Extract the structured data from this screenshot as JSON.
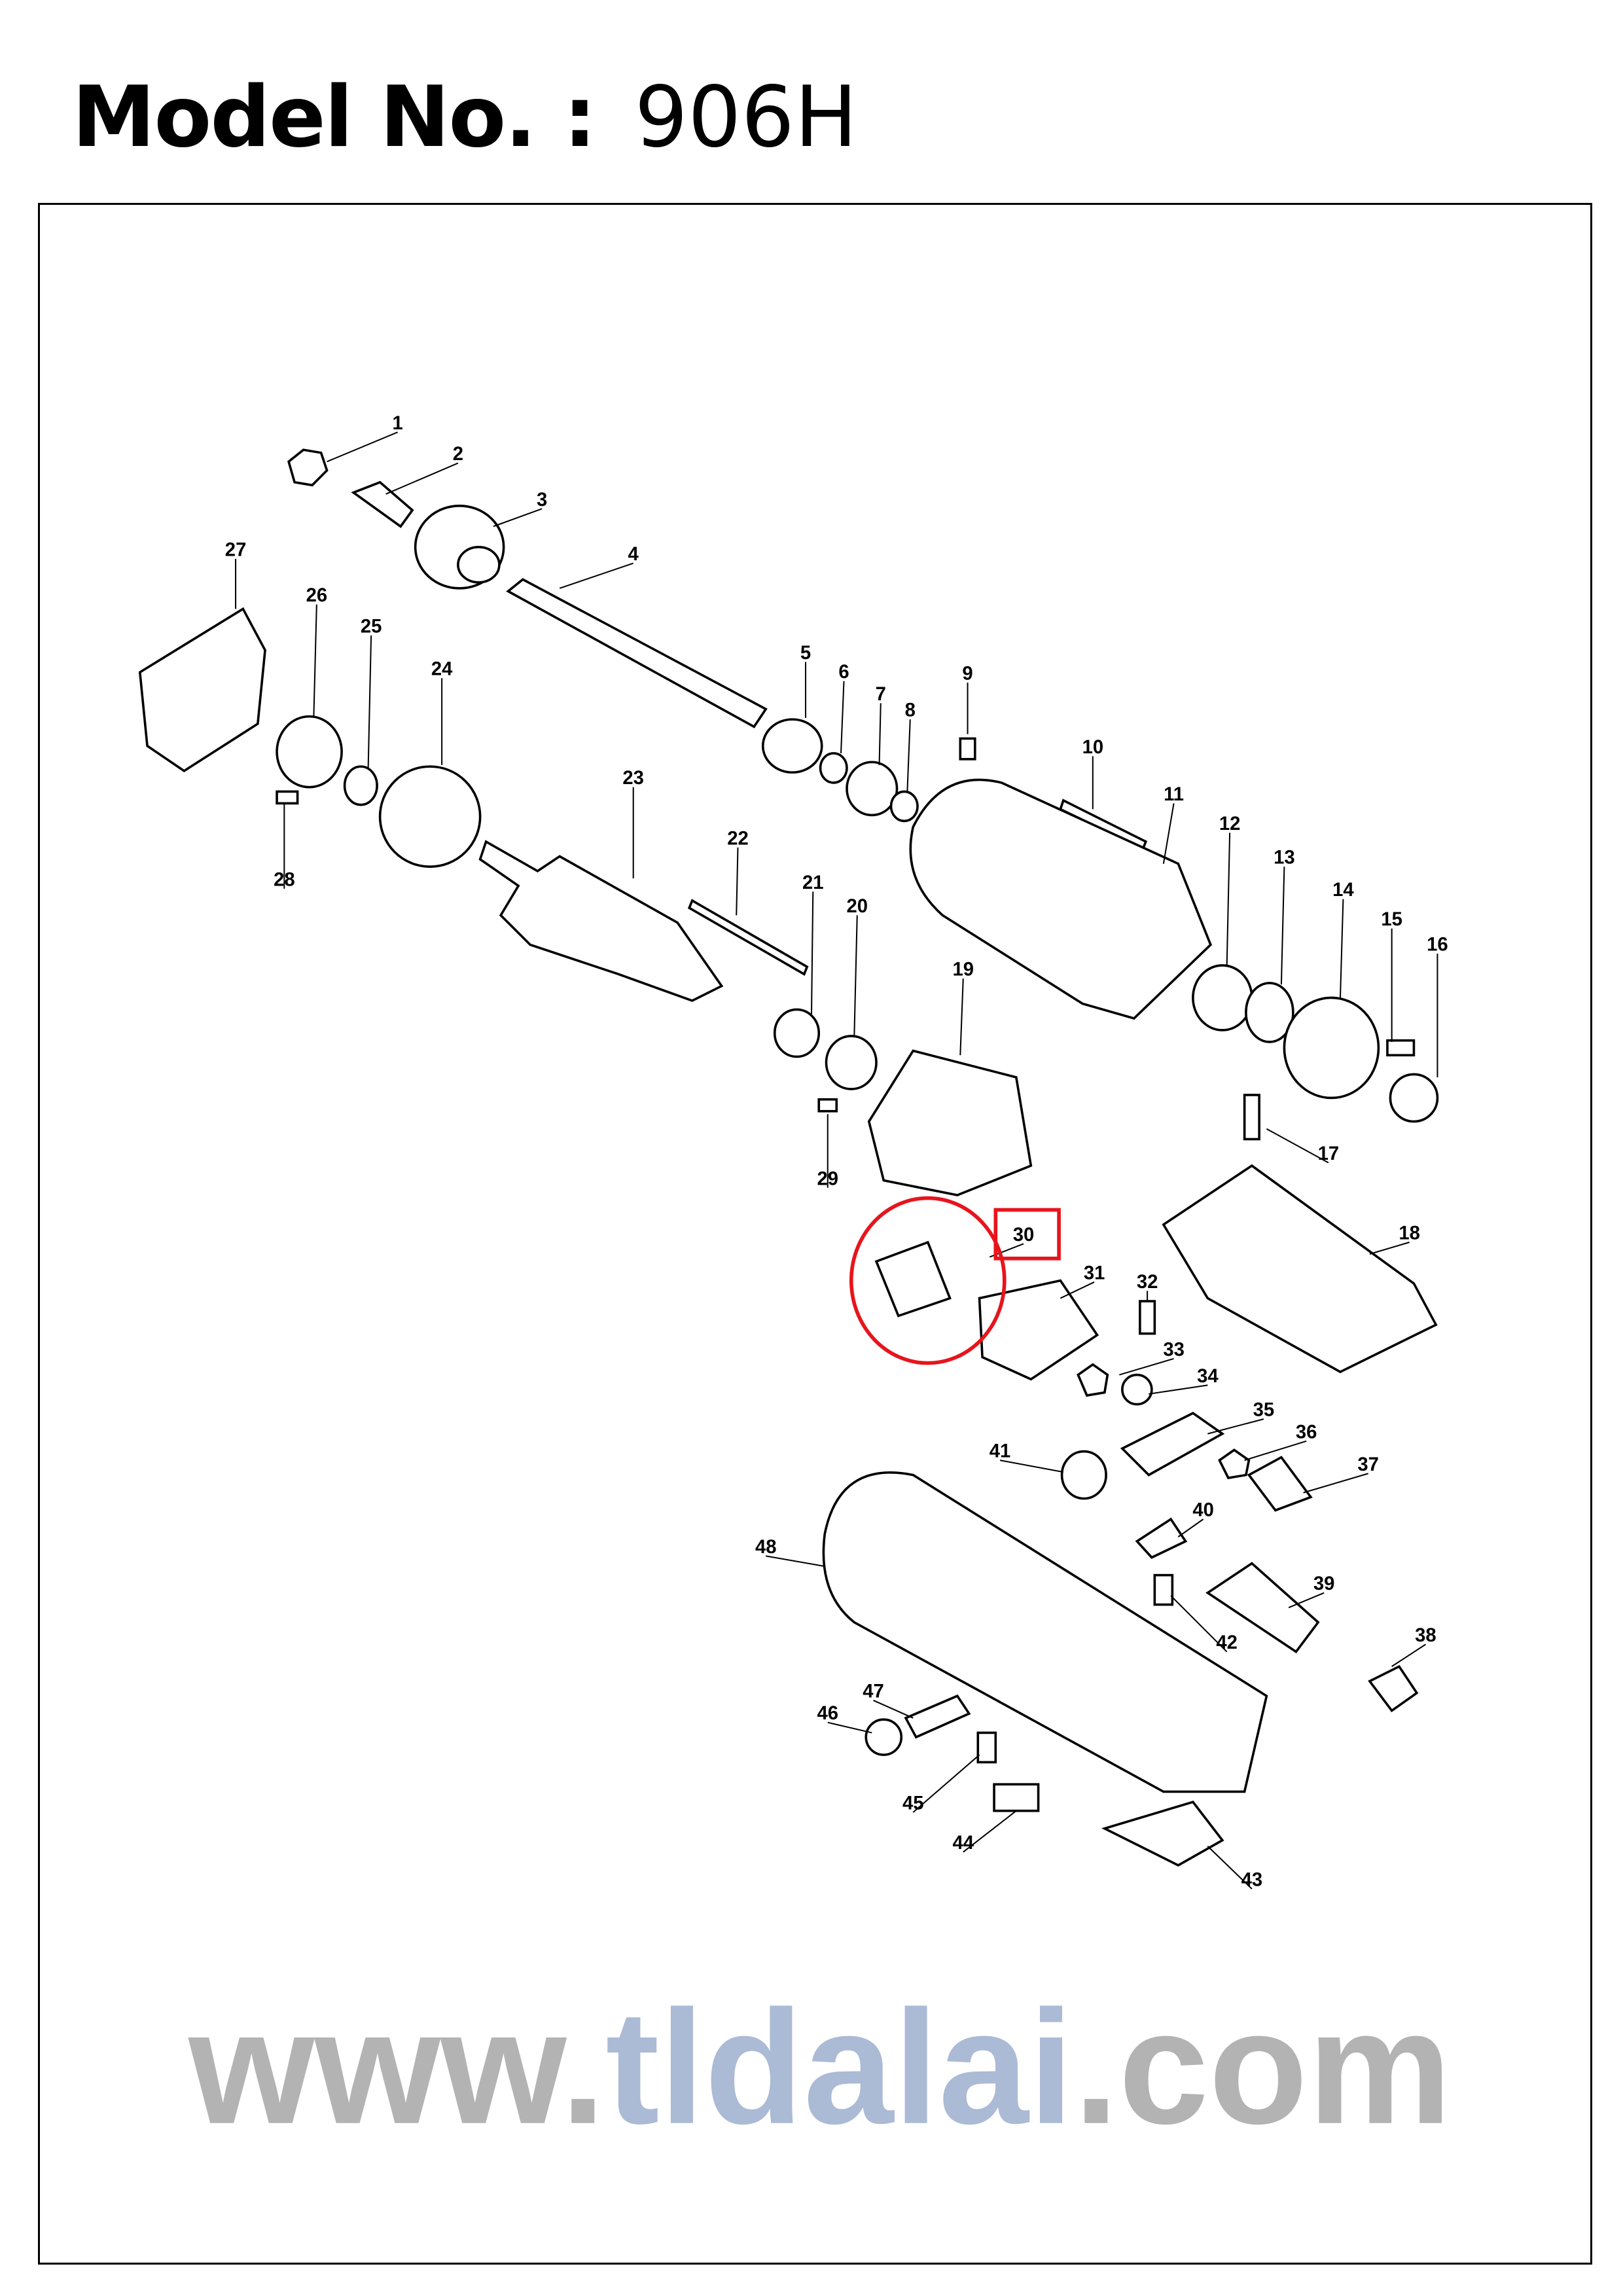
{
  "header": {
    "label": "Model No. :",
    "model": "906H"
  },
  "watermark": {
    "prefix": "www.",
    "middle": "tldalai",
    "suffix": ".com"
  },
  "highlight": {
    "part": "30",
    "color": "#e8141c"
  },
  "parts": [
    "1",
    "2",
    "3",
    "4",
    "5",
    "6",
    "7",
    "8",
    "9",
    "10",
    "11",
    "12",
    "13",
    "14",
    "15",
    "16",
    "17",
    "18",
    "19",
    "20",
    "21",
    "22",
    "23",
    "24",
    "25",
    "26",
    "27",
    "28",
    "29",
    "30",
    "31",
    "32",
    "33",
    "34",
    "35",
    "36",
    "37",
    "38",
    "39",
    "40",
    "41",
    "42",
    "43",
    "44",
    "45",
    "46",
    "47",
    "48"
  ]
}
